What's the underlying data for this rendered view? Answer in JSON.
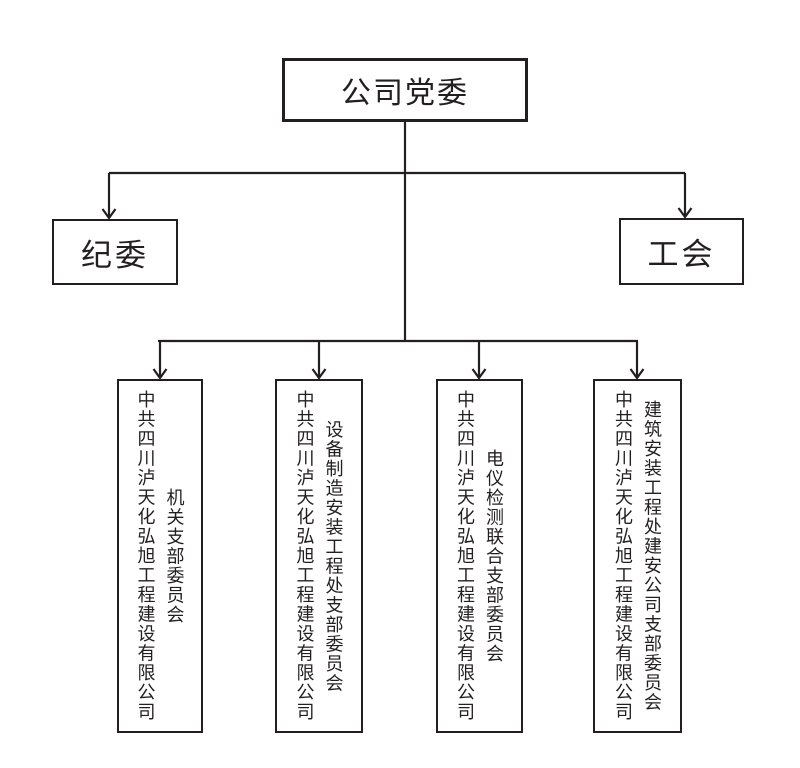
{
  "page": {
    "background": "#ffffff",
    "line_color": "#231f20",
    "text_color": "#231f20"
  },
  "org": {
    "root": {
      "label": "公司党委"
    },
    "level2": [
      {
        "label": "纪委"
      },
      {
        "label": "工会"
      }
    ],
    "branches": [
      {
        "company": "中共四川泸天化弘旭工程建设有限公司",
        "name": "机关支部委员会"
      },
      {
        "company": "中共四川泸天化弘旭工程建设有限公司",
        "name": "设备制造安装工程处支部委员会"
      },
      {
        "company": "中共四川泸天化弘旭工程建设有限公司",
        "name": "电仪检测联合支部委员会"
      },
      {
        "company": "中共四川泸天化弘旭工程建设有限公司",
        "name": "建筑安装工程处建安公司支部委员会"
      }
    ]
  }
}
